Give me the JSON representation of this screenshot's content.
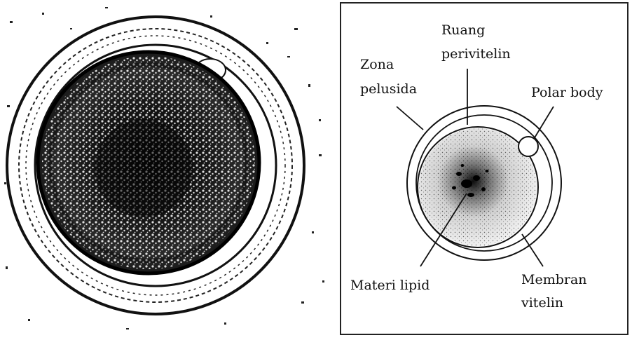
{
  "figure": {
    "labels": {
      "ruang_perivitelin_line1": "Ruang",
      "ruang_perivitelin_line2": "perivitelin",
      "zona_pelusida_line1": "Zona",
      "zona_pelusida_line2": "pelusida",
      "polar_body": "Polar body",
      "materi_lipid": "Materi lipid",
      "membran_vitelin_line1": "Membran",
      "membran_vitelin_line2": "vitelin"
    },
    "colors": {
      "ink": "#111111",
      "paper": "#ffffff"
    }
  }
}
